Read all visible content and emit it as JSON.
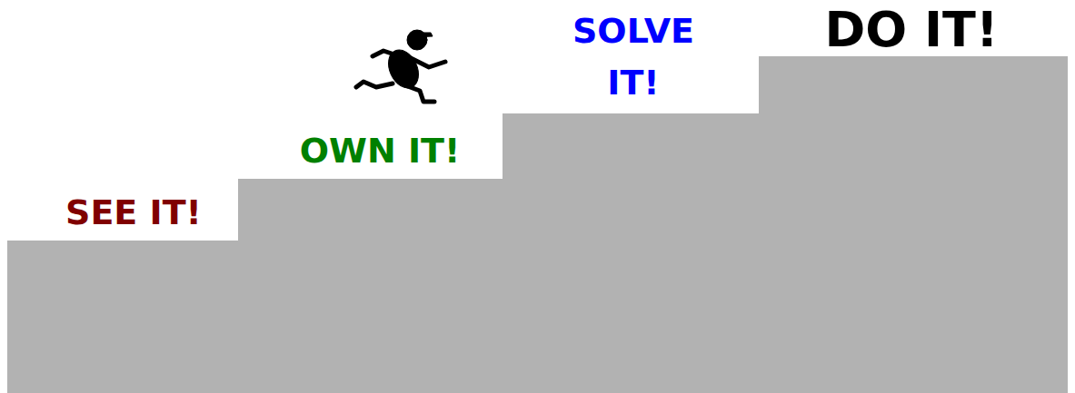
{
  "diagram": {
    "labels": [
      "SEE IT!",
      "OWN IT!",
      "SOLVE IT!",
      "DO IT!"
    ]
  }
}
